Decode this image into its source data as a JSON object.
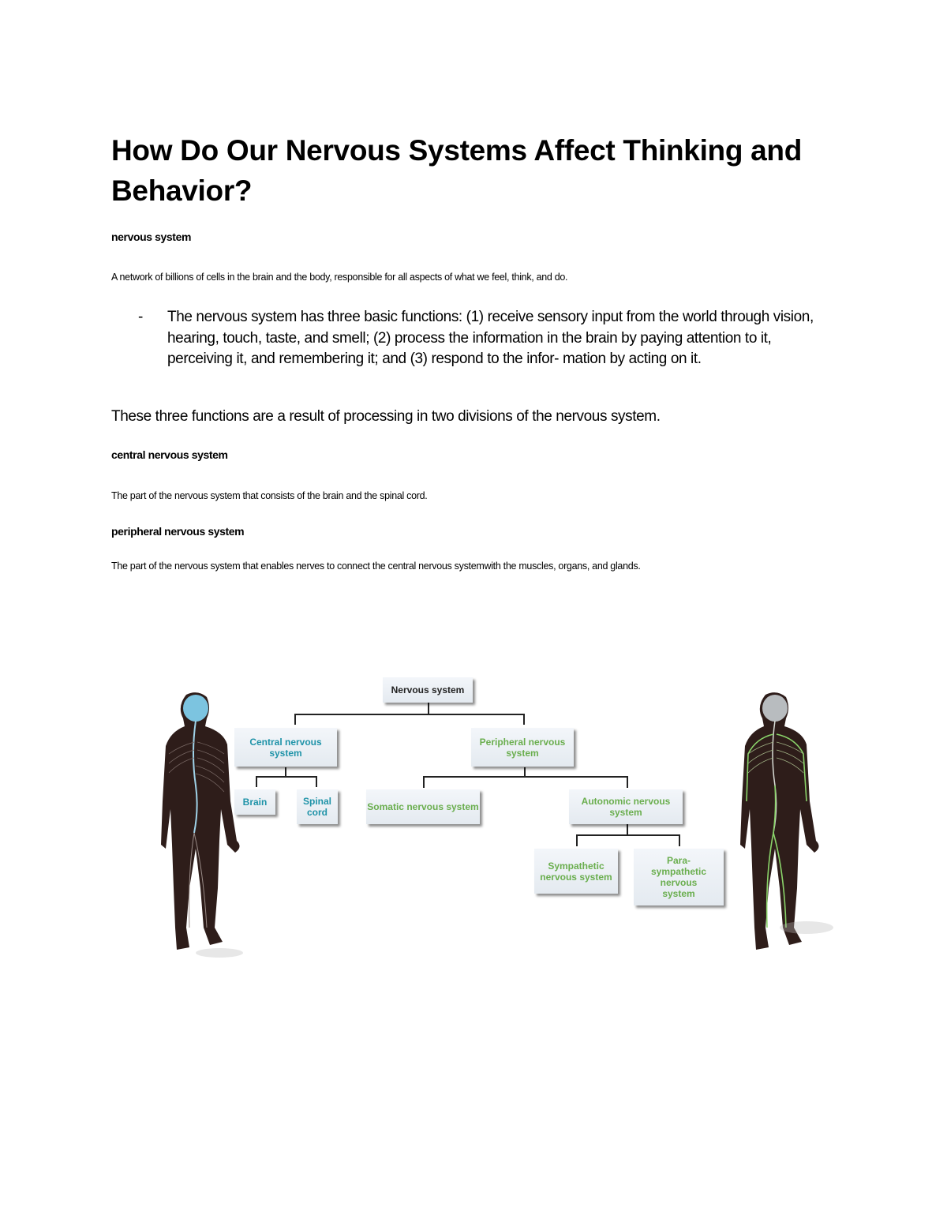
{
  "document": {
    "title": "How Do Our Nervous Systems Affect Thinking and Behavior?",
    "terms": [
      {
        "term": "nervous system",
        "definition": "A network of billions of cells in the brain and the body, responsible for all aspects of what we feel, think, and do."
      },
      {
        "term": "central nervous system",
        "definition": "The part of the nervous system that consists of the brain and the spinal cord."
      },
      {
        "term": "peripheral nervous system",
        "definition": "The part of the nervous system that enables nerves to connect the central nervous systemwith the muscles, organs, and glands."
      }
    ],
    "bullet": {
      "marker": "-",
      "text": "The nervous system has three basic functions: (1) receive sensory input from the world through vision, hearing, touch, taste, and smell; (2) process the information in the brain by paying attention to it, perceiving it, and remembering it; and (3) respond to the infor- mation by acting on it."
    },
    "paragraph": "These three functions are a result of processing in two divisions of the nervous system."
  },
  "diagram": {
    "nodes": {
      "root": "Nervous system",
      "cns": "Central nervous system",
      "brain": "Brain",
      "spinal": "Spinal cord",
      "pns": "Peripheral nervous system",
      "somatic": "Somatic nervous system",
      "autonomic": "Autonomic nervous system",
      "sympathetic": "Sympathetic nervous system",
      "parasympathetic": "Para- sympathetic nervous system"
    },
    "colors": {
      "cns_text": "#1f93a8",
      "pns_text": "#6aae4e",
      "box_bg": "#eaeff4",
      "body": "#2e1d1a",
      "cns_highlight": "#7cc4e0",
      "pns_highlight": "#8ad46a"
    }
  }
}
